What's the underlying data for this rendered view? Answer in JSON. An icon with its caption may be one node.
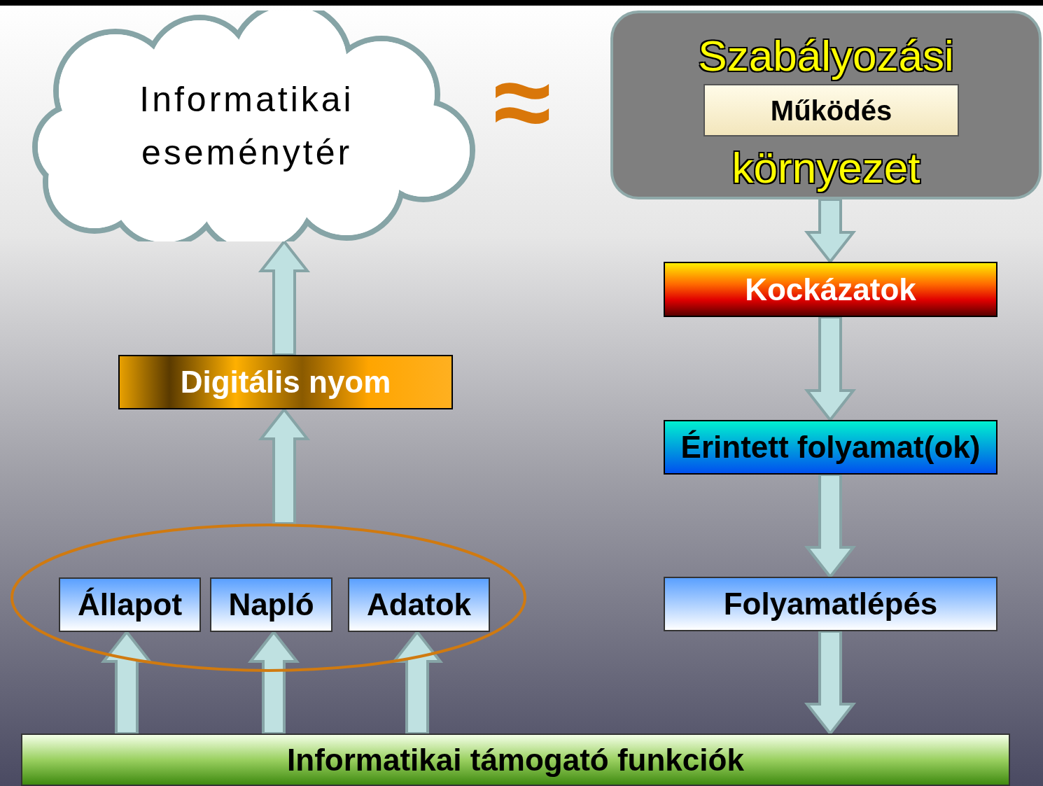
{
  "diagram": {
    "nodes": [
      {
        "text": [
          "Informatikai eseménytér"
        ]
      },
      {
        "text": [
          "Szabályozási",
          "környezet"
        ]
      },
      {
        "text": [
          "Működés"
        ],
        "in": 1
      },
      {
        "text": [
          "Kockázatok"
        ]
      },
      {
        "text": [
          "Digitális nyom"
        ]
      },
      {
        "text": [
          "Érintett folyamat(ok)"
        ]
      },
      {
        "text": [],
        "shape": "ellipse"
      },
      {
        "text": [
          "Állapot"
        ],
        "in": 6
      },
      {
        "text": [
          "Napló"
        ],
        "in": 6
      },
      {
        "text": [
          "Adatok"
        ],
        "in": 6
      },
      {
        "text": [
          "Folyamatlépés"
        ]
      },
      {
        "text": [
          "Informatikai támogató funkciók"
        ]
      }
    ],
    "edges": [
      {
        "from": 4,
        "to": 0,
        "arrow": "to",
        "style": "thick"
      },
      {
        "from": 6,
        "to": 4,
        "arrow": "to",
        "style": "thick"
      },
      {
        "from": 11,
        "to": 7,
        "arrow": "to",
        "style": "thick"
      },
      {
        "from": 11,
        "to": 8,
        "arrow": "to",
        "style": "thick"
      },
      {
        "from": 11,
        "to": 9,
        "arrow": "to",
        "style": "thick"
      },
      {
        "from": 1,
        "to": 3,
        "arrow": "to",
        "style": "thick"
      },
      {
        "from": 3,
        "to": 5,
        "arrow": "to",
        "style": "thick"
      },
      {
        "from": 5,
        "to": 10,
        "arrow": "to",
        "style": "thick"
      },
      {
        "from": 10,
        "to": 11,
        "arrow": "to",
        "style": "thick"
      }
    ],
    "labels": [
      "≈"
    ]
  }
}
